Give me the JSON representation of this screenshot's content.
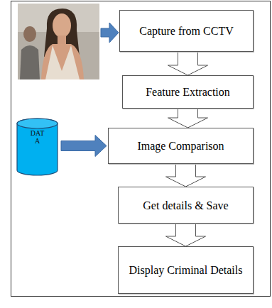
{
  "diagram": {
    "nodes": [
      {
        "text": [
          "Capture from CCTV"
        ]
      },
      {
        "text": [
          "Feature Extraction"
        ]
      },
      {
        "text": [
          "DAT A"
        ]
      },
      {
        "text": [
          "Image Comparison"
        ]
      },
      {
        "text": [
          "Get details & Save"
        ]
      },
      {
        "text": [
          "Display Criminal Details"
        ]
      }
    ],
    "edges": [
      {
        "from": 0,
        "to": 1,
        "arrow": "to"
      },
      {
        "from": 1,
        "to": 3,
        "arrow": "to"
      },
      {
        "from": 2,
        "to": 3,
        "arrow": "to"
      },
      {
        "from": 3,
        "to": 4,
        "arrow": "to"
      },
      {
        "from": 4,
        "to": 5,
        "arrow": "to"
      }
    ]
  }
}
